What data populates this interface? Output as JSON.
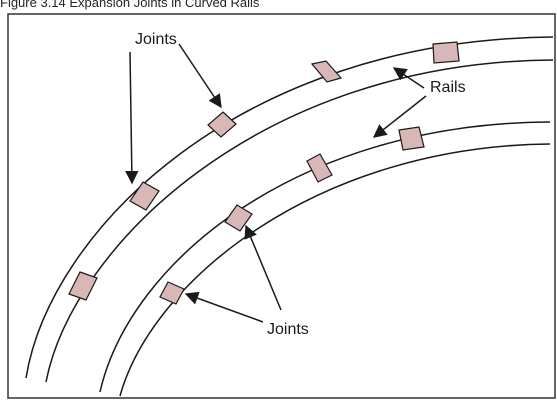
{
  "caption": "Figure 3.14 Expansion Joints in Curved Rails",
  "labels": {
    "joints_top": "Joints",
    "rails": "Rails",
    "joints_bottom": "Joints"
  },
  "colors": {
    "joint_fill": "#d9b7b7",
    "line": "#1a1a1a",
    "frame": "#333333"
  }
}
